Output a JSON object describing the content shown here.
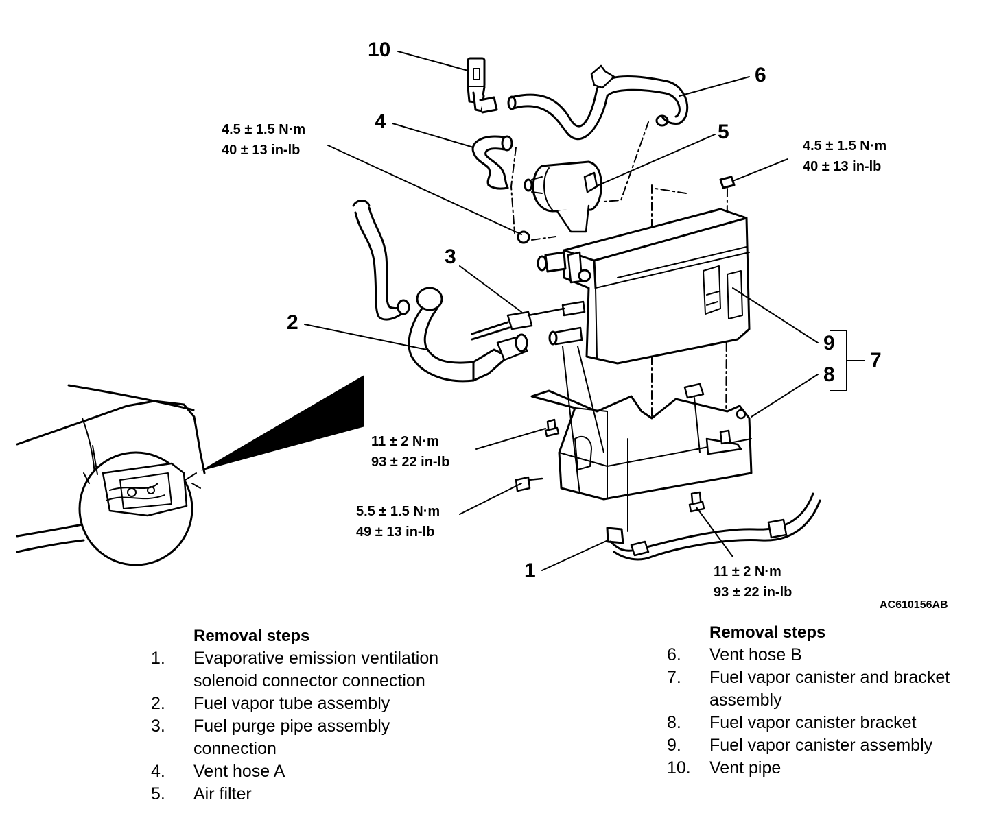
{
  "callouts": {
    "c1": "1",
    "c2": "2",
    "c3": "3",
    "c4": "4",
    "c5": "5",
    "c6": "6",
    "c7": "7",
    "c8": "8",
    "c9": "9",
    "c10": "10"
  },
  "torques": {
    "vent_hose_nut": [
      "4.5 ± 1.5 N·m",
      "40 ± 13 in-lb"
    ],
    "canister_nut": [
      "4.5 ± 1.5 N·m",
      "40 ± 13 in-lb"
    ],
    "bracket_bolt_left": [
      "11 ± 2 N·m",
      "93 ± 22 in-lb"
    ],
    "bracket_bolt_lower": [
      "5.5 ± 1.5 N·m",
      "49 ± 13 in-lb"
    ],
    "bracket_bolt_bottom": [
      "11 ± 2 N·m",
      "93 ± 22 in-lb"
    ]
  },
  "figure_code": "AC610156AB",
  "steps_left": {
    "heading": "Removal steps",
    "items": [
      {
        "num": "1.",
        "text": "Evaporative emission ventilation solenoid connector connection"
      },
      {
        "num": "2.",
        "text": "Fuel vapor tube assembly"
      },
      {
        "num": "3.",
        "text": "Fuel purge pipe assembly connection"
      },
      {
        "num": "4.",
        "text": "Vent hose A"
      },
      {
        "num": "5.",
        "text": "Air filter"
      }
    ]
  },
  "steps_right": {
    "heading": "Removal steps",
    "items": [
      {
        "num": "6.",
        "text": "Vent hose B"
      },
      {
        "num": "7.",
        "text": "Fuel vapor canister and bracket assembly"
      },
      {
        "num": "8.",
        "text": "Fuel vapor canister bracket"
      },
      {
        "num": "9.",
        "text": "Fuel vapor canister assembly"
      },
      {
        "num": "10.",
        "text": "Vent pipe"
      }
    ]
  }
}
